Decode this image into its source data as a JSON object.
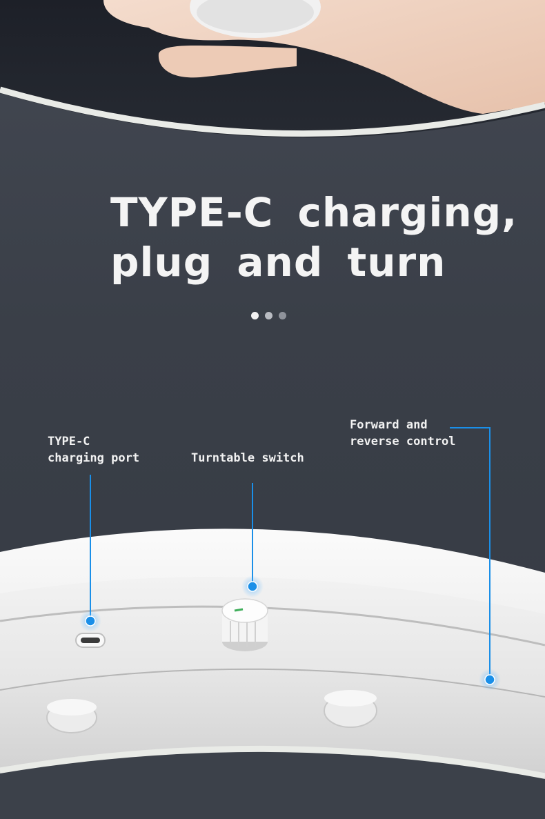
{
  "headline": {
    "line1": "TYPE-C charging,",
    "line2": "plug and turn"
  },
  "callouts": {
    "port": {
      "line1": "TYPE-C",
      "line2": "charging port"
    },
    "switch": {
      "line1": "Turntable switch"
    },
    "forward": {
      "line1": "Forward and",
      "line2": "reverse control"
    }
  },
  "colors": {
    "background": "#3d424b",
    "text": "#f4f4f4",
    "accent_blue": "#1a8fe8",
    "device_white": "#eeeeee"
  },
  "carousel": {
    "count": 3,
    "active": 1
  }
}
